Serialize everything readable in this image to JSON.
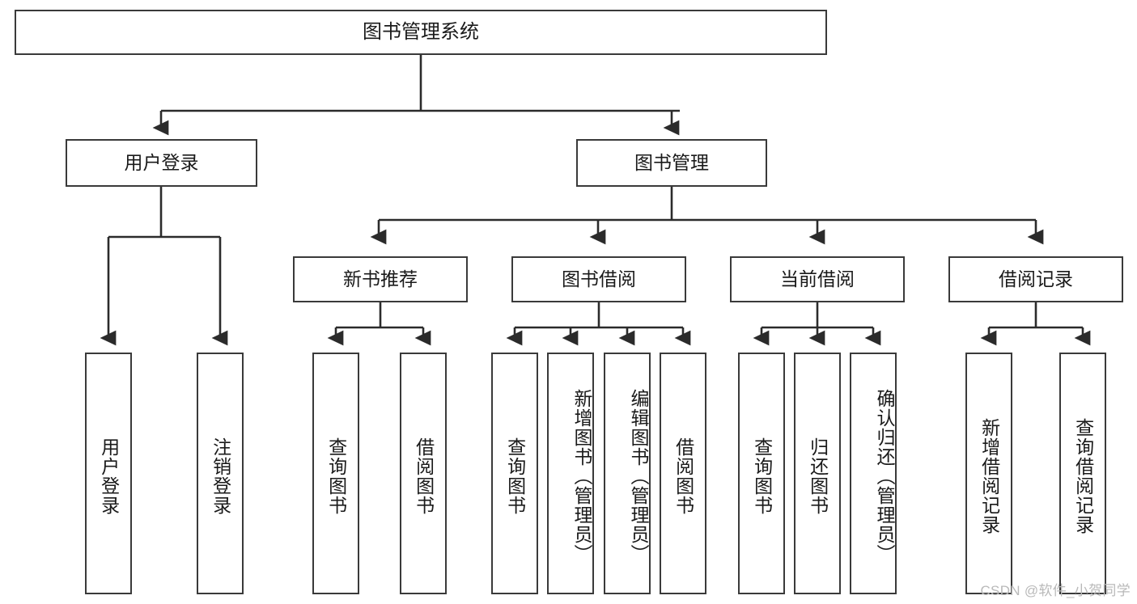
{
  "diagram": {
    "type": "tree-hierarchy-chart",
    "title": "图书管理系统",
    "root": {
      "id": "root",
      "label": "图书管理系统"
    },
    "level2": [
      {
        "id": "user-login",
        "label": "用户登录"
      },
      {
        "id": "book-manage",
        "label": "图书管理"
      }
    ],
    "level3": [
      {
        "id": "new-book-rec",
        "label": "新书推荐",
        "parent": "book-manage"
      },
      {
        "id": "book-borrow",
        "label": "图书借阅",
        "parent": "book-manage"
      },
      {
        "id": "current-borrow",
        "label": "当前借阅",
        "parent": "book-manage"
      },
      {
        "id": "borrow-record",
        "label": "借阅记录",
        "parent": "book-manage"
      }
    ],
    "leaves": [
      {
        "id": "leaf-user-login",
        "label": "用户登录",
        "parent": "user-login"
      },
      {
        "id": "leaf-logout",
        "label": "注销登录",
        "parent": "user-login"
      },
      {
        "id": "leaf-query-book-1",
        "label": "查询图书",
        "parent": "new-book-rec"
      },
      {
        "id": "leaf-borrow-book-1",
        "label": "借阅图书",
        "parent": "new-book-rec"
      },
      {
        "id": "leaf-query-book-2",
        "label": "查询图书",
        "parent": "book-borrow"
      },
      {
        "id": "leaf-add-book",
        "label": "新增图书（管理员）",
        "parent": "book-borrow"
      },
      {
        "id": "leaf-edit-book",
        "label": "编辑图书（管理员）",
        "parent": "book-borrow"
      },
      {
        "id": "leaf-borrow-book-2",
        "label": "借阅图书",
        "parent": "book-borrow"
      },
      {
        "id": "leaf-query-book-3",
        "label": "查询图书",
        "parent": "current-borrow"
      },
      {
        "id": "leaf-return-book",
        "label": "归还图书",
        "parent": "current-borrow"
      },
      {
        "id": "leaf-confirm-return",
        "label": "确认归还（管理员）",
        "parent": "current-borrow"
      },
      {
        "id": "leaf-add-record",
        "label": "新增借阅记录",
        "parent": "borrow-record"
      },
      {
        "id": "leaf-query-record",
        "label": "查询借阅记录",
        "parent": "borrow-record"
      }
    ],
    "watermark": "CSDN @软件_小贺同学",
    "colors": {
      "background": "#ffffff",
      "box_border": "#3a3a3a",
      "box_fill": "#ffffff",
      "connector": "#2b2b2b",
      "text": "#1a1a1a",
      "watermark": "#b9b9b9"
    }
  }
}
